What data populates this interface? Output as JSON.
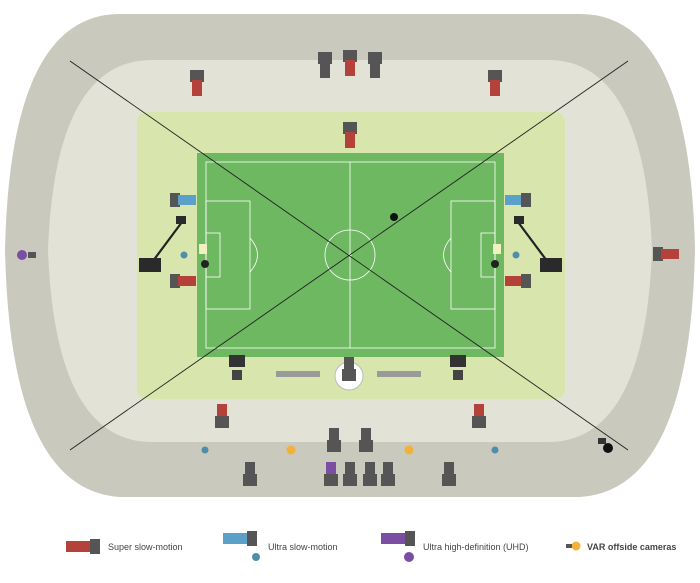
{
  "legend": [
    {
      "key": "super",
      "label": "Super slow-motion",
      "color": "#b5413b"
    },
    {
      "key": "ultra",
      "label": "Ultra slow-motion",
      "color": "#5aa0c8"
    },
    {
      "key": "uhd",
      "label": "Ultra high-definition (UHD)",
      "color": "#7b4ea3"
    },
    {
      "key": "var",
      "label": "VAR offside cameras",
      "color": "#f2b23a"
    }
  ],
  "colors": {
    "outer_ring": "#c9c9bd",
    "mid_ring": "#e6e6da",
    "apron": "#d8e6ae",
    "pitch": "#6fb862",
    "pitch_line": "#ffffff",
    "camera_body": "#555555",
    "super": "#b5413b",
    "ultra": "#5aa0c8",
    "uhd": "#7b4ea3",
    "var": "#f2b23a",
    "var_blue": "#4f8ea8"
  }
}
